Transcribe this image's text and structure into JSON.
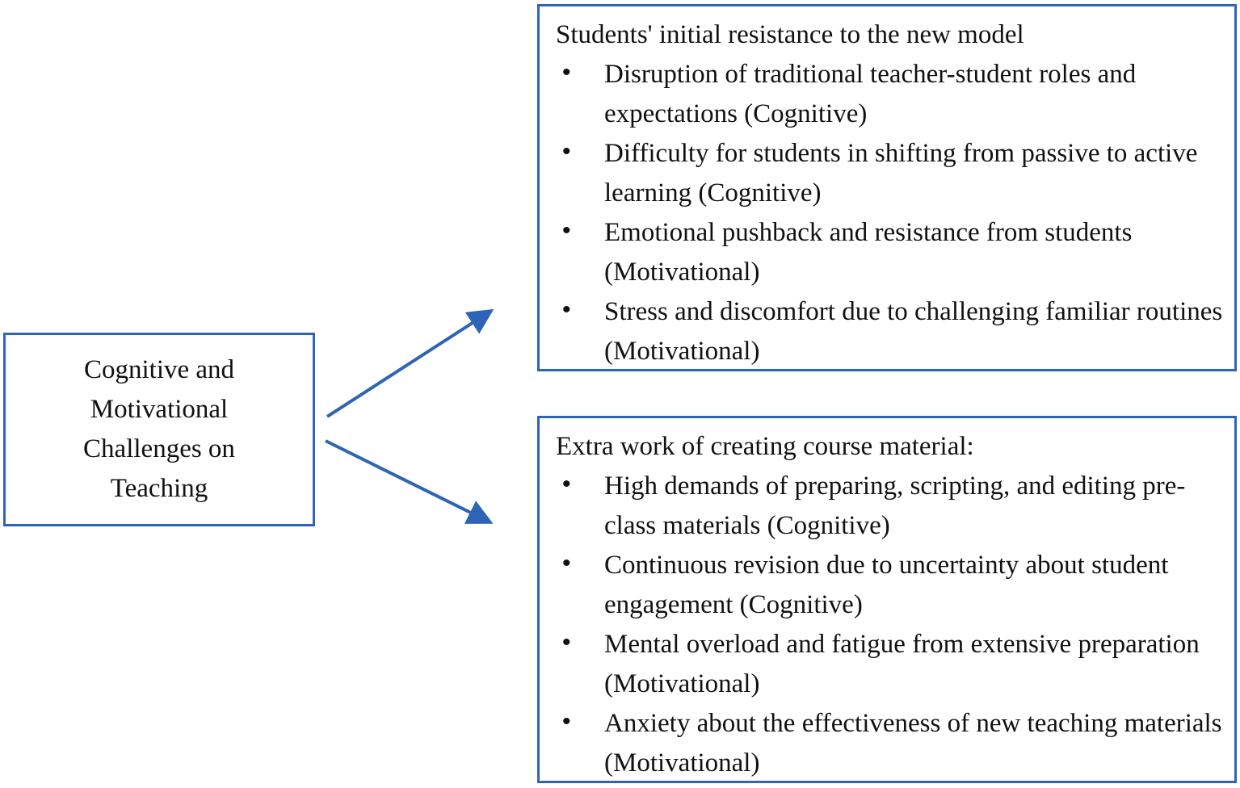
{
  "diagram": {
    "accent_color": "#2d64b5",
    "bullet_glyph": "•",
    "source_box": {
      "label": "Cognitive and Motivational Challenges on Teaching"
    },
    "top_box": {
      "title": "Students' initial resistance to the new model",
      "bullets": [
        "Disruption of traditional teacher-student roles and expectations (Cognitive)",
        "Difficulty for students in shifting from passive to active learning (Cognitive)",
        "Emotional pushback and resistance from students (Motivational)",
        "Stress and discomfort due to challenging familiar routines (Motivational)"
      ]
    },
    "bottom_box": {
      "title": "Extra work of creating course material:",
      "bullets": [
        "High demands of preparing, scripting, and editing pre-class materials (Cognitive)",
        "Continuous revision due to uncertainty about student engagement (Cognitive)",
        "Mental overload and fatigue from extensive preparation (Motivational)",
        "Anxiety about the effectiveness of new teaching materials (Motivational)"
      ]
    }
  }
}
